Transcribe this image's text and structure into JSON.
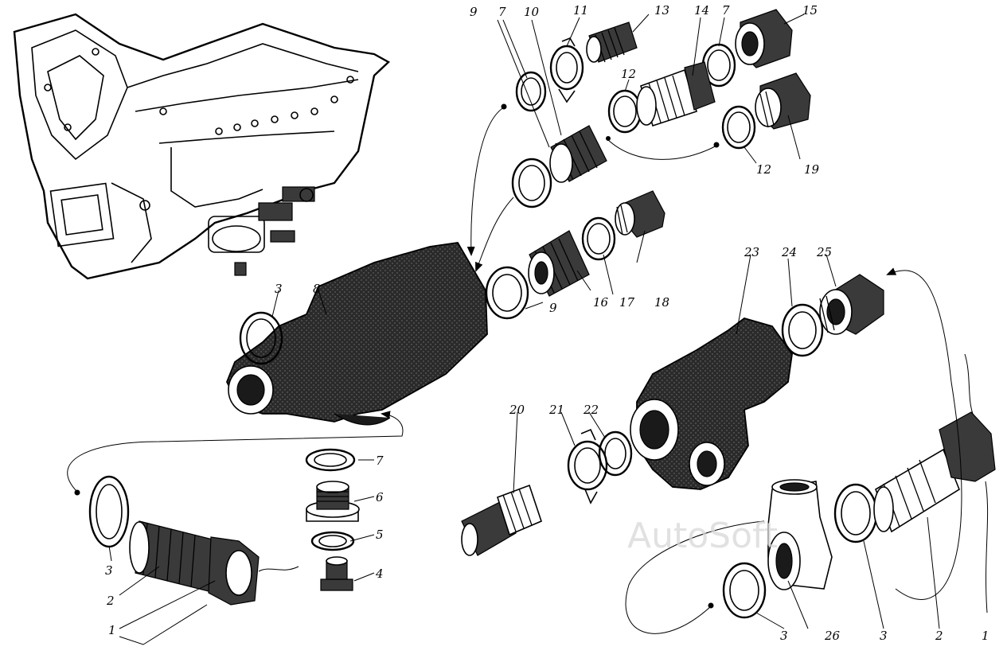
{
  "diagram": {
    "watermark": "AutoSoft",
    "labels": [
      "1",
      "1",
      "2",
      "2",
      "3",
      "3",
      "3",
      "3",
      "4",
      "5",
      "6",
      "7",
      "7",
      "7",
      "8",
      "9",
      "9",
      "10",
      "11",
      "12",
      "12",
      "13",
      "14",
      "15",
      "16",
      "17",
      "18",
      "19",
      "20",
      "21",
      "22",
      "23",
      "24",
      "25",
      "26"
    ]
  }
}
